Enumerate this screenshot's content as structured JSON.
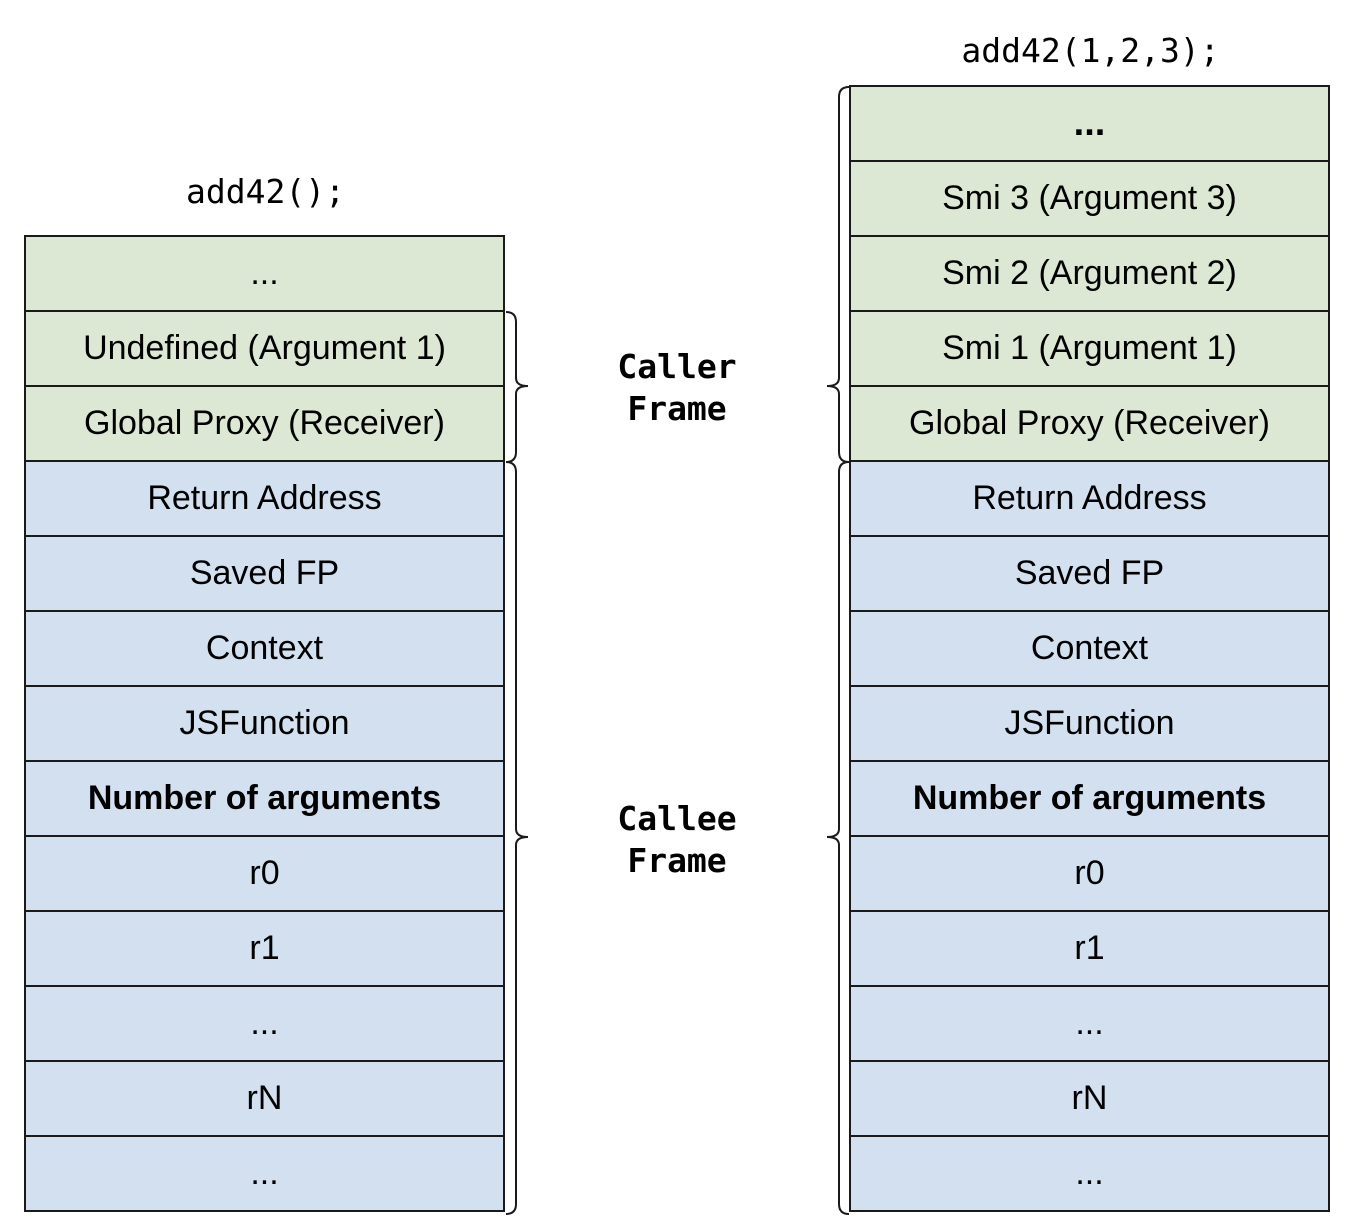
{
  "left_stack": {
    "title": "add42();",
    "cells": [
      {
        "text": "...",
        "color": "green"
      },
      {
        "text": "Undefined (Argument 1)",
        "color": "green"
      },
      {
        "text": "Global Proxy (Receiver)",
        "color": "green"
      },
      {
        "text": "Return Address",
        "color": "blue"
      },
      {
        "text": "Saved FP",
        "color": "blue"
      },
      {
        "text": "Context",
        "color": "blue"
      },
      {
        "text": "JSFunction",
        "color": "blue"
      },
      {
        "text": "Number of arguments",
        "color": "blue"
      },
      {
        "text": "r0",
        "color": "blue"
      },
      {
        "text": "r1",
        "color": "blue"
      },
      {
        "text": "...",
        "color": "blue"
      },
      {
        "text": "rN",
        "color": "blue"
      },
      {
        "text": "...",
        "color": "blue"
      }
    ]
  },
  "right_stack": {
    "title": "add42(1,2,3);",
    "cells": [
      {
        "text": "...",
        "color": "green"
      },
      {
        "text": "Smi 3 (Argument 3)",
        "color": "green"
      },
      {
        "text": "Smi 2 (Argument 2)",
        "color": "green"
      },
      {
        "text": "Smi 1 (Argument 1)",
        "color": "green"
      },
      {
        "text": "Global Proxy (Receiver)",
        "color": "green"
      },
      {
        "text": "Return Address",
        "color": "blue"
      },
      {
        "text": "Saved FP",
        "color": "blue"
      },
      {
        "text": "Context",
        "color": "blue"
      },
      {
        "text": "JSFunction",
        "color": "blue"
      },
      {
        "text": "Number of arguments",
        "color": "blue"
      },
      {
        "text": "r0",
        "color": "blue"
      },
      {
        "text": "r1",
        "color": "blue"
      },
      {
        "text": "...",
        "color": "blue"
      },
      {
        "text": "rN",
        "color": "blue"
      },
      {
        "text": "...",
        "color": "blue"
      }
    ]
  },
  "labels": {
    "caller": [
      "Caller",
      "Frame"
    ],
    "callee": [
      "Callee",
      "Frame"
    ]
  },
  "colors": {
    "caller_frame_fill": "#dde8d4",
    "callee_frame_fill": "#d2e0f0",
    "border": "#1a1a1a"
  }
}
